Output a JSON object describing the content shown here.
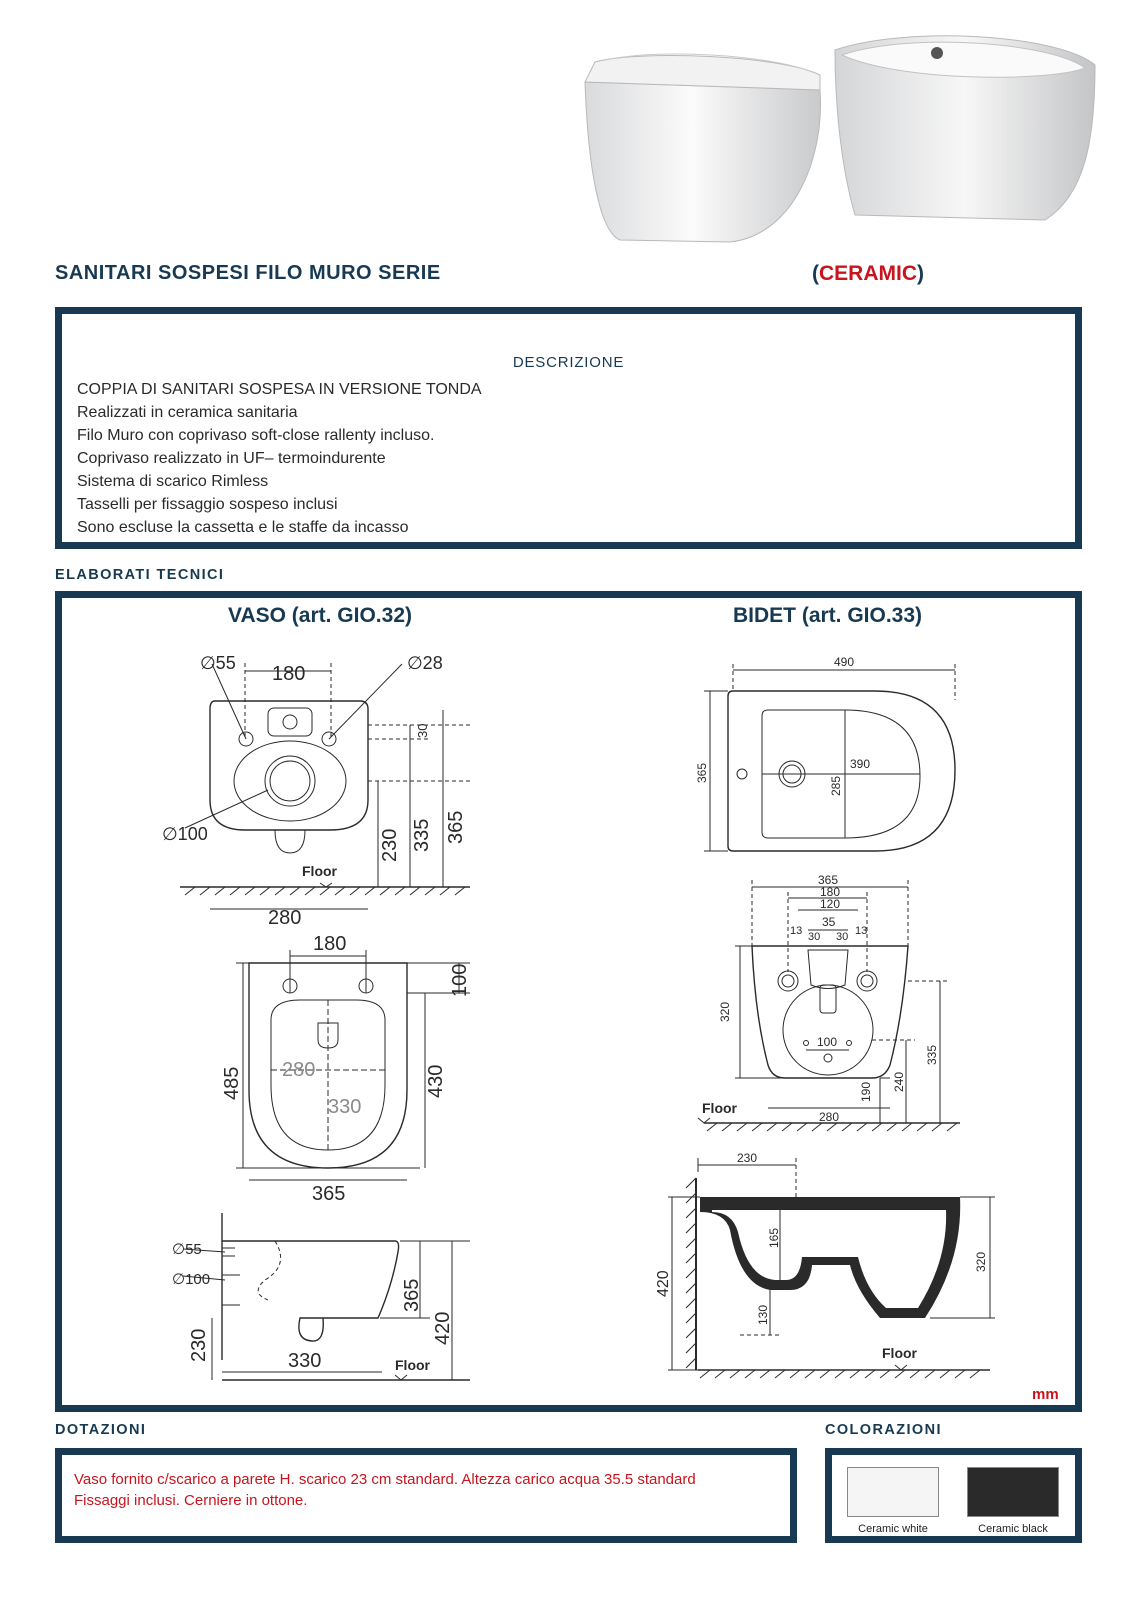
{
  "header": {
    "title": "SANITARI SOSPESI FILO MURO SERIE",
    "material_open": "(",
    "material": "CERAMIC",
    "material_close": ")"
  },
  "description": {
    "heading": "DESCRIZIONE",
    "lines": [
      "COPPIA DI SANITARI SOSPESA IN VERSIONE TONDA",
      "Realizzati in ceramica sanitaria",
      "Filo Muro con coprivaso soft-close rallenty incluso.",
      "Coprivaso realizzato in UF– termoindurente",
      "Sistema di scarico Rimless",
      "Tasselli per fissaggio sospeso inclusi",
      "Sono escluse la cassetta e le staffe da incasso"
    ]
  },
  "technical": {
    "label": "ELABORATI TECNICI",
    "unit": "mm",
    "vaso": {
      "title": "VASO (art. GIO.32)",
      "front": {
        "d_left": "∅55",
        "d_right": "∅28",
        "d_drain": "∅100",
        "top_width": "180",
        "small": "30",
        "h1": "230",
        "h2": "335",
        "h3": "365",
        "width": "280",
        "floor": "Floor"
      },
      "top": {
        "top_width": "180",
        "side_small": "100",
        "length": "485",
        "inner_length": "430",
        "inner_w": "280",
        "inner_h": "330",
        "width": "365"
      },
      "side": {
        "d1": "∅55",
        "d2": "∅100",
        "height": "365",
        "total": "420",
        "bottom": "230",
        "depth": "330",
        "floor": "Floor"
      }
    },
    "bidet": {
      "title": "BIDET (art. GIO.33)",
      "top": {
        "length": "490",
        "width": "365",
        "inner_length": "390",
        "inner_width": "285"
      },
      "front": {
        "w365": "365",
        "w180": "180",
        "w120": "120",
        "w35": "35",
        "w30a": "30",
        "w30b": "30",
        "w13a": "13",
        "w13b": "13",
        "h320": "320",
        "w100": "100",
        "h190": "190",
        "h240": "240",
        "h335": "335",
        "w280": "280",
        "floor": "Floor"
      },
      "side": {
        "depth": "230",
        "h165": "165",
        "h130": "130",
        "total": "420",
        "h320": "320",
        "floor": "Floor"
      }
    }
  },
  "dotazioni": {
    "label": "DOTAZIONI",
    "lines": [
      "Vaso fornito c/scarico a parete H. scarico 23 cm standard. Altezza carico acqua 35.5 standard",
      "Fissaggi inclusi. Cerniere in ottone."
    ]
  },
  "colorazioni": {
    "label": "COLORAZIONI",
    "items": [
      {
        "name": "Ceramic white",
        "color": "#f5f5f5"
      },
      {
        "name": "Ceramic black",
        "color": "#2a2a2a"
      }
    ]
  }
}
